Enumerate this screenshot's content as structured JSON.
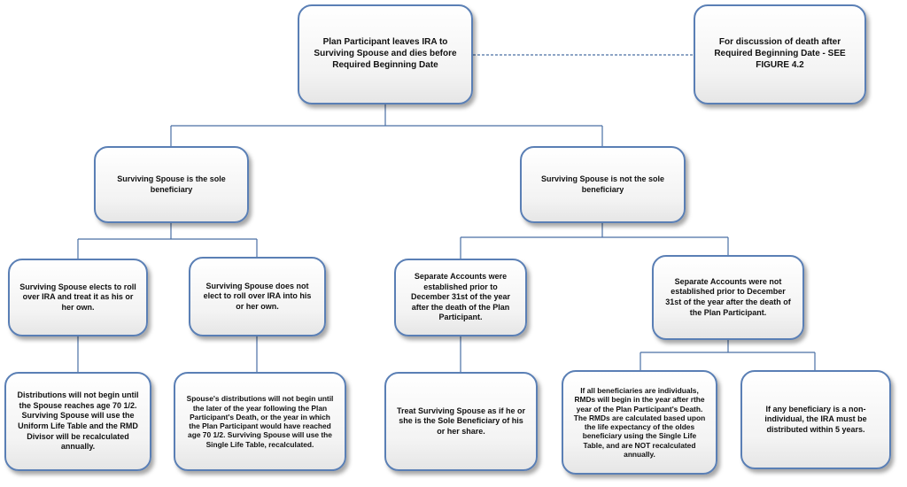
{
  "nodes": {
    "root": "Plan Participant leaves IRA to Surviving Spouse and dies before Required Beginning Date",
    "note": "For discussion of death after Required Beginning Date - SEE FIGURE 4.2",
    "sole": "Surviving Spouse is the sole beneficiary",
    "not_sole": "Surviving Spouse is not the sole beneficiary",
    "elects_rollover": "Surviving Spouse elects to roll over IRA and treat it as his or her own.",
    "no_rollover": "Surviving Spouse does not elect to roll over IRA into his or her own.",
    "sep_established": "Separate Accounts were established prior to December 31st of the year after the death of the Plan Participant.",
    "sep_not_established": "Separate Accounts were not established prior to December 31st of the year after the death of the Plan Participant.",
    "dist_70": "Distributions will not begin until the Spouse reaches age 70 1/2.  Surviving Spouse will use the Uniform Life Table and the RMD Divisor will be recalculated annually.",
    "spouse_single": "Spouse's distributions will not begin until the later of the year following the Plan Participant's Death, or the year in which the Plan Participant would have reached age 70 1/2.  Surviving Spouse will use the Single Life Table, recalculated.",
    "treat_sole": "Treat Surviving Spouse as if he or she is the Sole Beneficiary of his or her share.",
    "all_individuals": "If all beneficiaries  are individuals, RMDs will begin in the year after rthe year of the Plan Participant's Death. The RMDs are calculated based upon the life expectancy of the oldes beneficiary using the Single Life Table, and are NOT recalculated annually.",
    "non_individual": "If any beneficiary is a non-individual, the IRA must be distributed within 5 years."
  },
  "colors": {
    "border": "#5a7fb5",
    "connector": "#4a6fa5"
  }
}
